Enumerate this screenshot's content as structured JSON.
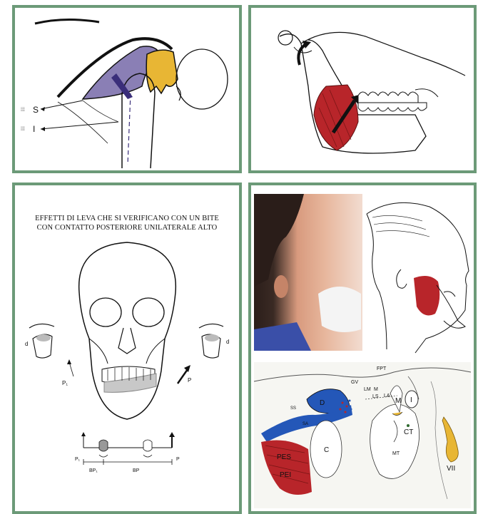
{
  "panel1": {
    "labels": {
      "upper": "S",
      "lower": "I"
    }
  },
  "panel3": {
    "caption_line1": "EFFETTI DI LEVA CHE SI VERIFICANO CON UN BITE",
    "caption_line2": "CON CONTATTO POSTERIORE UNILATERALE ALTO",
    "labels": {
      "d_left": "d",
      "d_right": "d",
      "p1": "P₁",
      "p": "P",
      "p1_bottom": "P₁",
      "p_bottom": "P",
      "bp1": "BP₁",
      "bp": "BP"
    }
  },
  "panel4": {
    "labels": {
      "fpt": "FPT",
      "gv": "GV",
      "lm": "LM",
      "m_small": "M",
      "ls": "LS",
      "la": "LA",
      "d": "D",
      "m": "M",
      "i": "I",
      "ct": "CT",
      "mt": "MT",
      "ss": "SS",
      "sa": "SA",
      "c": "C",
      "pes": "PES",
      "pei": "PEI",
      "vii": "VII"
    }
  },
  "colors": {
    "frame": "#6c9a78",
    "purple": "#8a7fb5",
    "yellow": "#e8b634",
    "red": "#b8252a",
    "blue": "#2457b8"
  }
}
